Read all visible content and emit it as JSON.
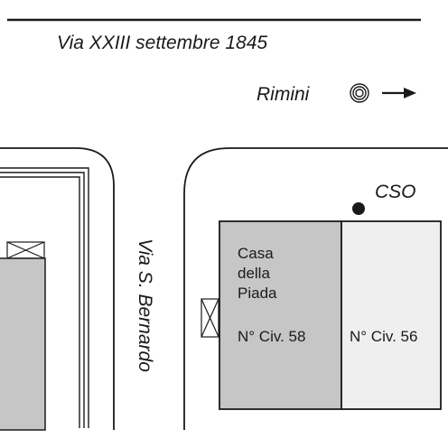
{
  "map": {
    "streets": {
      "top": "Via XXIII settembre 1845",
      "side": "Via S. Bernardo"
    },
    "direction": {
      "label": "Rimini",
      "icon": "concentric-circles-icon",
      "arrow": "arrow-right-icon"
    },
    "marker": {
      "label": "CSO",
      "icon": "point-marker-icon"
    },
    "buildings": [
      {
        "name": "Casa della Piada",
        "name_lines": [
          "Casa",
          "della",
          "Piada"
        ],
        "civic": "N° Civ. 58",
        "fill": "#c6c6c6"
      },
      {
        "civic": "N° Civ. 56",
        "fill": "#efefef"
      }
    ],
    "colors": {
      "stroke": "#1a1a1a",
      "dark_building": "#c6c6c6",
      "light_building": "#efefef",
      "paper": "#ffffff"
    }
  }
}
